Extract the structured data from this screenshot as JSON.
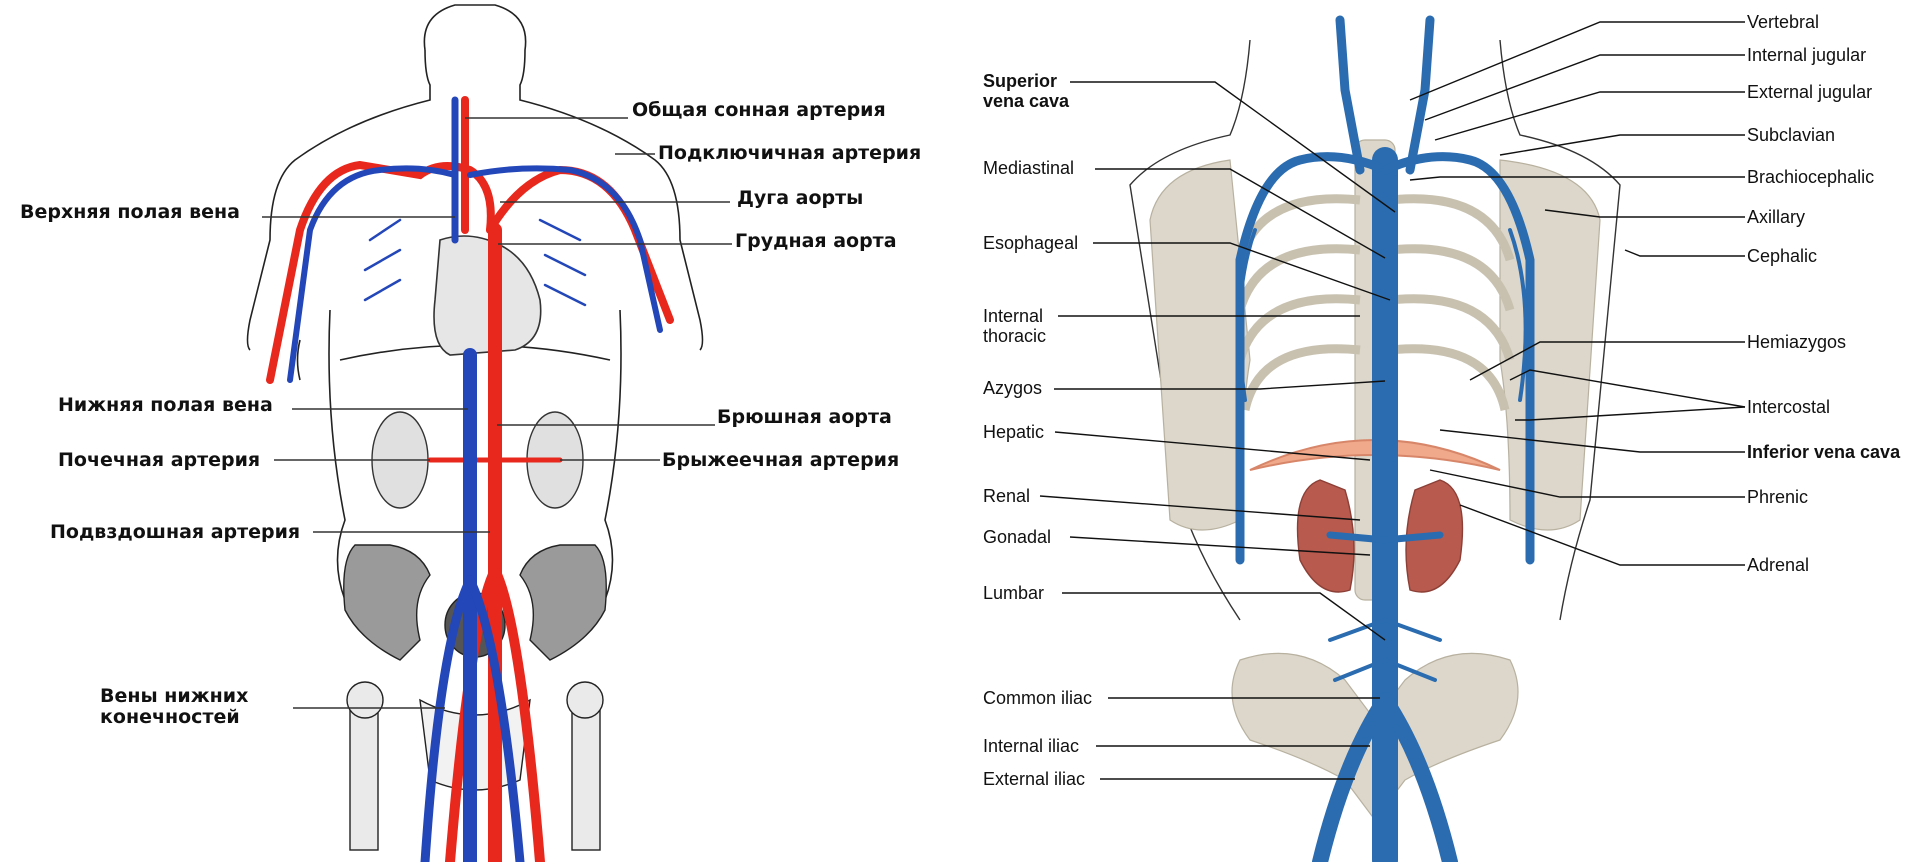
{
  "left_panel": {
    "labels": {
      "common_carotid": "Общая сонная артерия",
      "subclavian_artery": "Подключичная артерия",
      "aortic_arch": "Дуга аорты",
      "superior_vena_cava": "Верхняя полая вена",
      "thoracic_aorta": "Грудная аорта",
      "inferior_vena_cava": "Нижняя полая вена",
      "abdominal_aorta": "Брюшная аорта",
      "renal_artery": "Почечная артерия",
      "mesenteric_artery": "Брыжеечная артерия",
      "iliac_artery": "Подвздошная артерия",
      "lower_limb_veins_1": "Вены нижних",
      "lower_limb_veins_2": "конечностей"
    },
    "colors": {
      "artery": "#e8281c",
      "vein": "#2346b8"
    }
  },
  "right_panel": {
    "labels": {
      "superior_vena_cava_1": "Superior",
      "superior_vena_cava_2": "vena cava",
      "mediastinal": "Mediastinal",
      "esophageal": "Esophageal",
      "internal_thoracic_1": "Internal",
      "internal_thoracic_2": "thoracic",
      "azygos": "Azygos",
      "hepatic": "Hepatic",
      "renal": "Renal",
      "gonadal": "Gonadal",
      "lumbar": "Lumbar",
      "common_iliac": "Common iliac",
      "internal_iliac": "Internal iliac",
      "external_iliac": "External iliac",
      "vertebral": "Vertebral",
      "internal_jugular": "Internal jugular",
      "external_jugular": "External jugular",
      "subclavian": "Subclavian",
      "brachiocephalic": "Brachiocephalic",
      "axillary": "Axillary",
      "cephalic": "Cephalic",
      "hemiazygos": "Hemiazygos",
      "intercostal": "Intercostal",
      "inferior_vena_cava": "Inferior vena cava",
      "phrenic": "Phrenic",
      "adrenal": "Adrenal"
    },
    "colors": {
      "vein": "#2b6cb0",
      "bone": "#dcd7ca",
      "kidney": "#b85a4e",
      "diaphragm": "#f0a98a"
    }
  }
}
